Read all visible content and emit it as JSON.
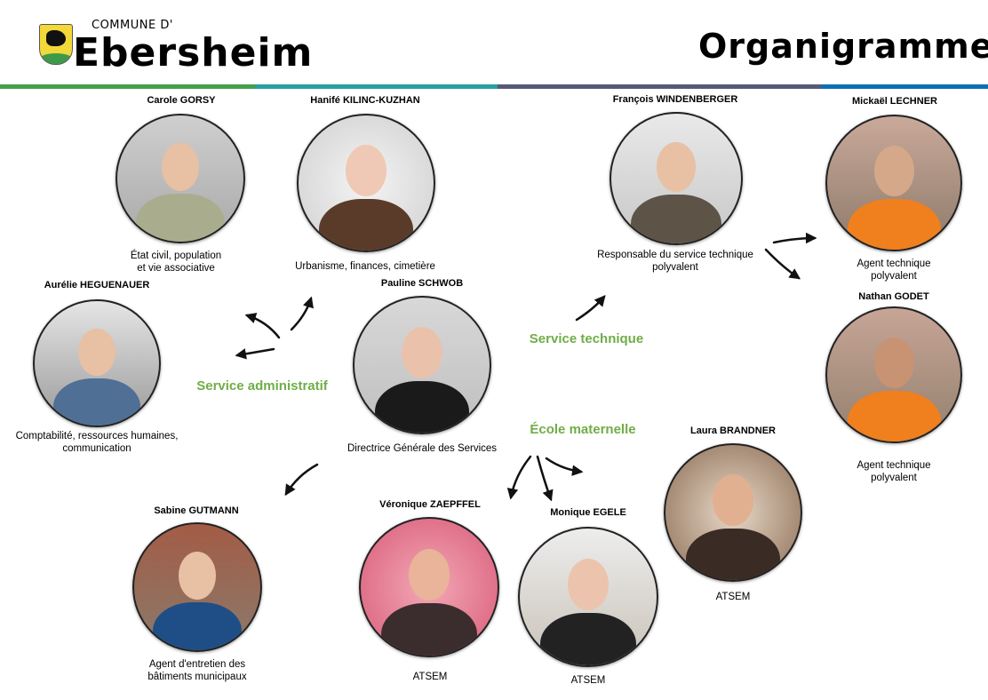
{
  "header": {
    "logo_small": "COMMUNE D'",
    "logo_name": "Ebersheim",
    "title": "Organigramme",
    "bar_colors": [
      "#43a047",
      "#26a0a0",
      "#555a78",
      "#0b6fb8"
    ]
  },
  "sections": {
    "administratif": "Service administratif",
    "technique": "Service technique",
    "maternelle": "École maternelle",
    "color": "#70ad47"
  },
  "people": [
    {
      "name": "Carole GORSY",
      "role": "État civil, population\net vie associative"
    },
    {
      "name": "Hanifé KILINC-KUZHAN",
      "role": "Urbanisme, finances, cimetière"
    },
    {
      "name": "François WINDENBERGER",
      "role": "Responsable du service technique\npolyvalent"
    },
    {
      "name": "Mickaël LECHNER",
      "role": "Agent technique polyvalent"
    },
    {
      "name": "Aurélie HEGUENAUER",
      "role": "Comptabilité, ressources humaines,\ncommunication"
    },
    {
      "name": "Pauline SCHWOB",
      "role": "Directrice Générale des Services"
    },
    {
      "name": "Nathan GODET",
      "role": "Agent technique polyvalent"
    },
    {
      "name": "Laura BRANDNER",
      "role": "ATSEM"
    },
    {
      "name": "Sabine GUTMANN",
      "role": "Agent d'entretien des\nbâtiments municipaux"
    },
    {
      "name": "Véronique ZAEPFFEL",
      "role": "ATSEM"
    },
    {
      "name": "Monique EGELE",
      "role": "ATSEM"
    }
  ]
}
